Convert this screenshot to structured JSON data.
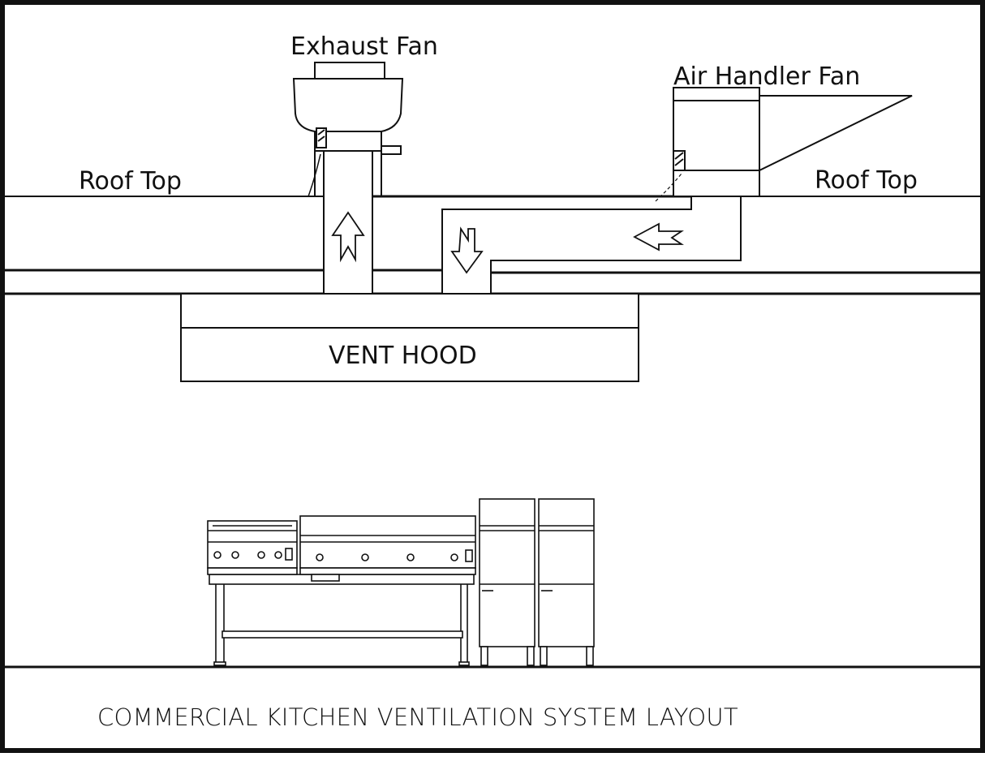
{
  "labels": {
    "exhaust_fan": "Exhaust Fan",
    "air_handler_fan": "Air Handler Fan",
    "roof_top_left": "Roof Top",
    "roof_top_right": "Roof Top",
    "vent_hood": "VENT HOOD"
  },
  "caption": "COMMERCIAL KITCHEN VENTILATION SYSTEM LAYOUT",
  "colors": {
    "line": "#111111",
    "background": "#ffffff"
  },
  "icons": {
    "exhaust_flow": "arrow-up-icon",
    "supply_down_flow": "arrow-down-icon",
    "supply_left_flow": "arrow-left-icon"
  }
}
